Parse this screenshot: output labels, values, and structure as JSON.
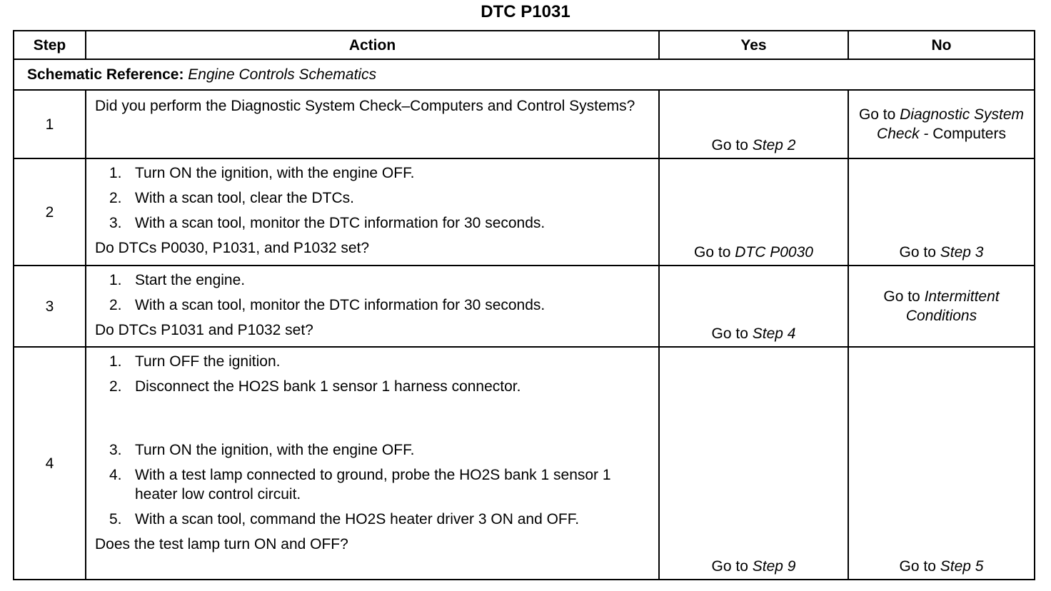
{
  "title": "DTC P1031",
  "headers": {
    "step": "Step",
    "action": "Action",
    "yes": "Yes",
    "no": "No"
  },
  "schematic": {
    "label": "Schematic Reference:",
    "value": "Engine Controls Schematics"
  },
  "steps": [
    {
      "num": "1",
      "question": "Did you perform the Diagnostic System Check–Computers and Control Systems?",
      "yes_prefix": "Go to",
      "yes_link": "Step 2",
      "no_prefix": "Go to",
      "no_link": "Diagnostic System Check -",
      "no_suffix": "Computers"
    },
    {
      "num": "2",
      "items": [
        {
          "n": "1.",
          "text": "Turn ON the ignition, with the engine OFF."
        },
        {
          "n": "2.",
          "text": "With a scan tool, clear the DTCs."
        },
        {
          "n": "3.",
          "text": "With a scan tool, monitor the DTC information for 30 seconds."
        }
      ],
      "question": "Do DTCs P0030, P1031, and P1032 set?",
      "yes_prefix": "Go to",
      "yes_link": "DTC P0030",
      "no_prefix": "Go to",
      "no_link": "Step 3"
    },
    {
      "num": "3",
      "items": [
        {
          "n": "1.",
          "text": "Start the engine."
        },
        {
          "n": "2.",
          "text": "With a scan tool, monitor the DTC information for 30 seconds."
        }
      ],
      "question": "Do DTCs P1031 and P1032 set?",
      "yes_prefix": "Go to",
      "yes_link": "Step 4",
      "no_prefix": "Go to",
      "no_link": "Intermittent Conditions"
    },
    {
      "num": "4",
      "items": [
        {
          "n": "1.",
          "text": "Turn OFF the ignition."
        },
        {
          "n": "2.",
          "text": "Disconnect the HO2S bank 1 sensor 1 harness connector."
        },
        {
          "n": "3.",
          "text": "Turn ON the ignition, with the engine OFF."
        },
        {
          "n": "4.",
          "text": "With a test lamp connected to ground, probe the HO2S bank 1 sensor 1 heater low control circuit."
        },
        {
          "n": "5.",
          "text": "With a scan tool, command the HO2S heater driver 3 ON and OFF."
        }
      ],
      "question": "Does the test lamp turn ON and OFF?",
      "yes_prefix": "Go to",
      "yes_link": "Step 9",
      "no_prefix": "Go to",
      "no_link": "Step 5"
    }
  ]
}
